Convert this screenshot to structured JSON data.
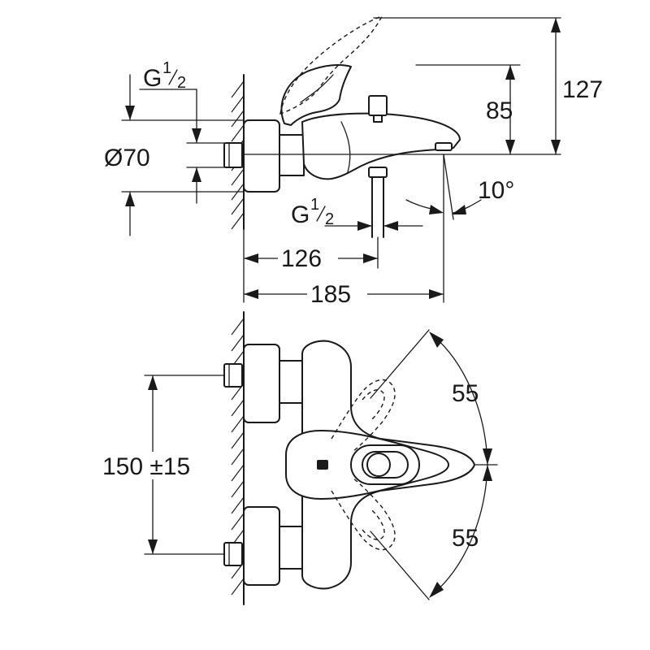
{
  "dimensions": {
    "height_total": "127",
    "height_spout": "85",
    "diameter_flange": "Ø70",
    "projection_outlet": "126",
    "projection_total": "185",
    "spout_angle": "10°",
    "inlet_centers": "150 ±15",
    "lever_angle_up": "55",
    "lever_angle_down": "55"
  },
  "threads": {
    "inlet": {
      "letter": "G",
      "num": "1",
      "den": "2"
    },
    "outlet": {
      "letter": "G",
      "num": "1",
      "den": "2"
    }
  }
}
